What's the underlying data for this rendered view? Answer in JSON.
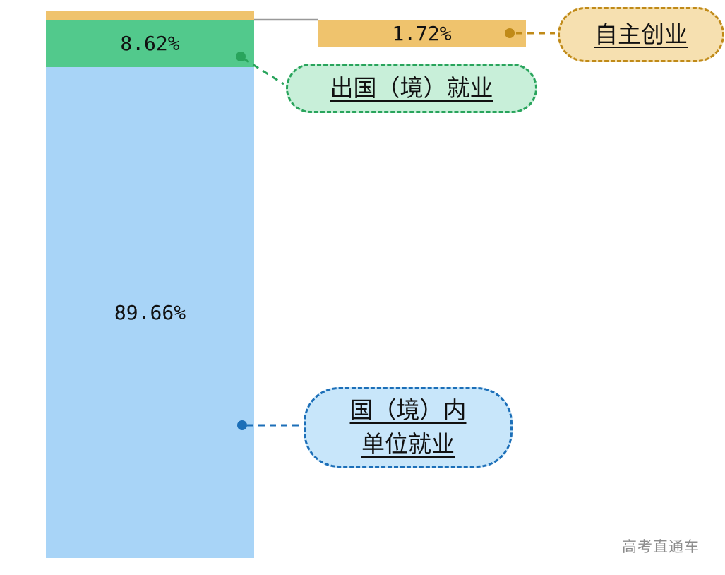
{
  "chart_data": {
    "type": "bar",
    "subtype": "stacked-vertical-single-bar",
    "legend_position": "callout-bubbles",
    "grid": false,
    "series": [
      {
        "name": "自主创业",
        "value": 1.72,
        "label": "1.72%",
        "color": "#EFC36D"
      },
      {
        "name": "出国（境）就业",
        "value": 8.62,
        "label": "8.62%",
        "color": "#52C98C"
      },
      {
        "name": "国（境）内单位就业",
        "value": 89.66,
        "label": "89.66%",
        "color": "#A8D4F7"
      }
    ],
    "total": 100
  },
  "callouts": {
    "self_employment": {
      "label": "自主创业",
      "fill": "#F6E0B0",
      "border": "#C08A18"
    },
    "overseas": {
      "label": "出国（境）就业",
      "fill": "#C8EFD9",
      "border": "#29A45C"
    },
    "domestic": {
      "label_line1": "国（境）内",
      "label_line2": "单位就业",
      "fill": "#C8E6FA",
      "border": "#1C6FB8"
    }
  },
  "colors": {
    "gray_line": "#999999",
    "text": "#111111"
  },
  "watermark": "高考直通车"
}
